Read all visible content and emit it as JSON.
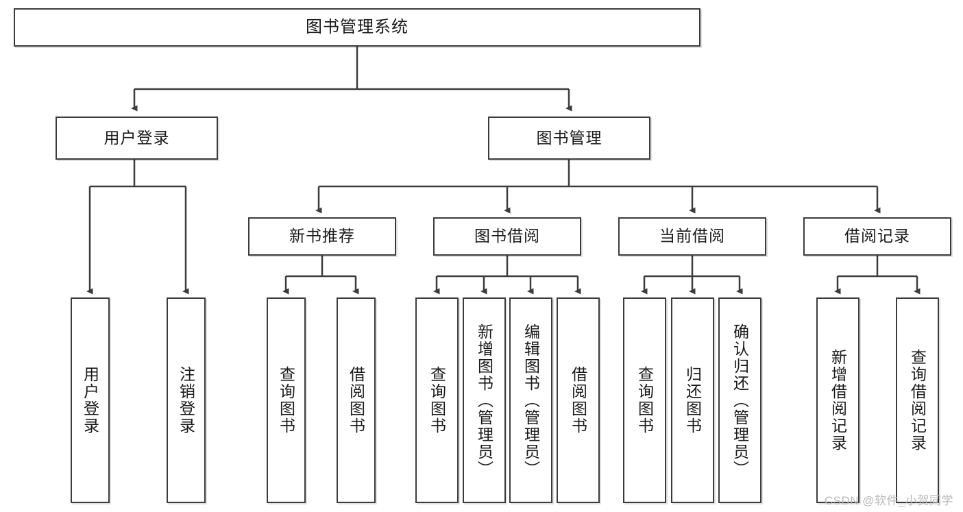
{
  "diagram": {
    "title": "图书管理系统",
    "type": "功能结构图",
    "stroke_color": "#3c3c3c",
    "text_color": "#1a1a1a",
    "background_color": "#ffffff"
  },
  "nodes": {
    "root": {
      "label": "图书管理系统",
      "level": 1
    },
    "level2": [
      {
        "id": "user-login",
        "label": "用户登录"
      },
      {
        "id": "book-manage",
        "label": "图书管理"
      }
    ],
    "level3": [
      {
        "id": "new-book-recommend",
        "label": "新书推荐"
      },
      {
        "id": "book-borrow",
        "label": "图书借阅"
      },
      {
        "id": "current-borrow",
        "label": "当前借阅"
      },
      {
        "id": "borrow-record",
        "label": "借阅记录"
      }
    ],
    "leaves": {
      "user_login": [
        {
          "id": "leaf-user-login",
          "label": "用户登录"
        },
        {
          "id": "leaf-logout-login",
          "label": "注销登录"
        }
      ],
      "new_book_recommend": [
        {
          "id": "leaf-query-book-1",
          "label": "查询图书"
        },
        {
          "id": "leaf-borrow-book-1",
          "label": "借阅图书"
        }
      ],
      "book_borrow": [
        {
          "id": "leaf-query-book-2",
          "label": "查询图书"
        },
        {
          "id": "leaf-add-book",
          "label": "新增图书（管理员）"
        },
        {
          "id": "leaf-edit-book",
          "label": "编辑图书（管理员）"
        },
        {
          "id": "leaf-borrow-book-2",
          "label": "借阅图书"
        }
      ],
      "current_borrow": [
        {
          "id": "leaf-query-book-3",
          "label": "查询图书"
        },
        {
          "id": "leaf-return-book",
          "label": "归还图书"
        },
        {
          "id": "leaf-confirm-return",
          "label": "确认归还（管理员）"
        }
      ],
      "borrow_record": [
        {
          "id": "leaf-add-record",
          "label": "新增借阅记录"
        },
        {
          "id": "leaf-query-record",
          "label": "查询借阅记录"
        }
      ]
    }
  },
  "watermark": {
    "text": "CSDN @软件_小贺同学"
  }
}
